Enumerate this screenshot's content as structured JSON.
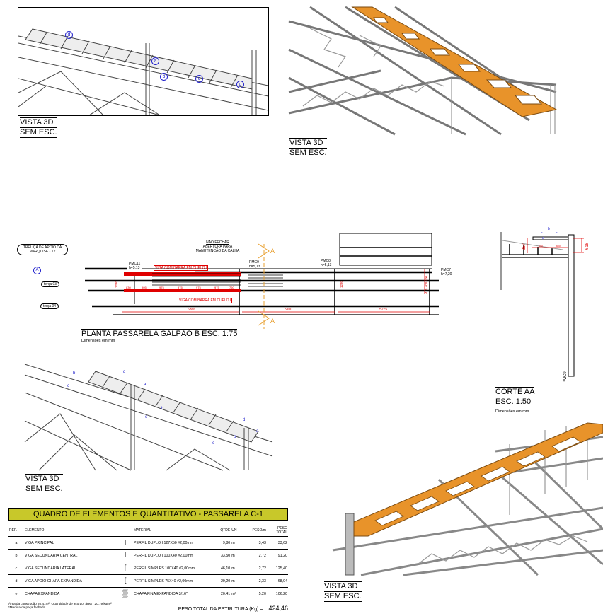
{
  "views": {
    "v1": {
      "title": "VISTA 3D",
      "scale": "SEM ESC.",
      "tags": [
        "d",
        "a",
        "b",
        "c",
        "d"
      ]
    },
    "v2": {
      "title": "VISTA 3D",
      "scale": "SEM ESC."
    },
    "v3": {
      "title": "VISTA 3D",
      "scale": "SEM ESC.",
      "tags": [
        "b",
        "c",
        "d",
        "a",
        "b",
        "c",
        "d",
        "a",
        "b",
        "c"
      ]
    },
    "v4": {
      "title": "VISTA 3D",
      "scale": "SEM ESC."
    }
  },
  "plan": {
    "title": "PLANTA PASSARELA GALPÃO B ESC.  1:75",
    "subtitle": "Dimensões em mm",
    "trelica_label_1": "TRELIÇA DE APOIO DA",
    "trelica_label_2": "MARQUISE - T2",
    "axis_a": "A",
    "terca_03": "terça 03",
    "terca_04": "terça 04",
    "note_1": "NÃO FECHAR",
    "note_2": "ABERTURA PARA",
    "note_3": "MANUTENÇÃO DA CALHA",
    "pmc11": "PMC11",
    "pmc11_h": "h=5,13",
    "pmc9": "PMC9",
    "pmc9_h": "h=5,13",
    "pmc8": "PMC8",
    "pmc8_h": "h=5,13",
    "pmc7": "PMC7",
    "pmc7_h": "h=7,20",
    "viga_label_top": "VIGA COM BARRA EM DUPLO I",
    "viga_label_bottom": "VIGA COM BARRA EM DUPLO I",
    "section_mark": "A",
    "segment_dims": [
      "830",
      "905",
      "975",
      "975",
      "975",
      "975",
      "760"
    ],
    "width_dim_left": "1230",
    "width_dim_right": "1230",
    "dims": [
      "6366",
      "5100",
      "5275"
    ],
    "right_dims": "415 400 400"
  },
  "section": {
    "title": "CORTE AA",
    "scale": "ESC.  1:50",
    "subtitle": "Dimensões em mm",
    "dim_height": "357",
    "dim_618": "618",
    "dim_600a": "600",
    "dim_600b": "600",
    "column": "PMC9",
    "tags": [
      "c",
      "b",
      "c",
      "a"
    ]
  },
  "table": {
    "title": "QUADRO DE ELEMENTOS E QUANTITATIVO - PASSARELA C-1",
    "headers": {
      "ref": "REF.",
      "elemento": "ELEMENTO",
      "material": "MATERIAL",
      "qtde": "QTDE",
      "un": "UN",
      "peso_m": "PESO/m",
      "peso_total_1": "PESO",
      "peso_total_2": "TOTAL"
    },
    "rows": [
      {
        "ref": "a",
        "elemento": "VIGA PRINCIPAL",
        "icon": "I",
        "material": "PERFIL DUPLO I 127X50 #2,00mm",
        "qtde": "9,80",
        "un": "m",
        "peso_m": "3,43",
        "peso_total": "33,62"
      },
      {
        "ref": "b",
        "elemento": "VIGA SECUNDARIA CENTRAL",
        "icon": "I",
        "material": "PERFIL DUPLO I 100X40 #2,00mm",
        "qtde": "33,50",
        "un": "m",
        "peso_m": "2,72",
        "peso_total": "91,20"
      },
      {
        "ref": "c",
        "elemento": "VIGA SECUNDARIA LATERAL",
        "icon": "[",
        "material": "PERFIL SIMPLES 100X40 #2,00mm",
        "qtde": "46,10",
        "un": "m",
        "peso_m": "2,72",
        "peso_total": "125,40"
      },
      {
        "ref": "d",
        "elemento": "VIGA APOIO CHAPA EXPANDIDA",
        "icon": "[",
        "material": "PERFIL SIMPLES 75X40 #2,00mm",
        "qtde": "29,20",
        "un": "m",
        "peso_m": "2,33",
        "peso_total": "68,04"
      },
      {
        "ref": "e",
        "elemento": "CHAPA EXPANDIDA",
        "icon": "▒",
        "material": "CHAPA FINA EXPANDIDA 3/16\"",
        "qtde": "20,41",
        "un": "m²",
        "peso_m": "5,20",
        "peso_total": "106,20"
      }
    ],
    "note_1": "Área da construção 20,41m². Quantidade de aço por área : 20,79 kg/m²",
    "note_2": "*Medida da peça fechada.",
    "total_label": "PESO TOTAL DA ESTRUTURA  (Kg)  =",
    "total_value": "424,46"
  },
  "colors": {
    "steel": "#9a9a9a",
    "walkway": "#e8932a",
    "red": "#e00000",
    "blue": "#2020d0",
    "header": "#c8c82a"
  }
}
